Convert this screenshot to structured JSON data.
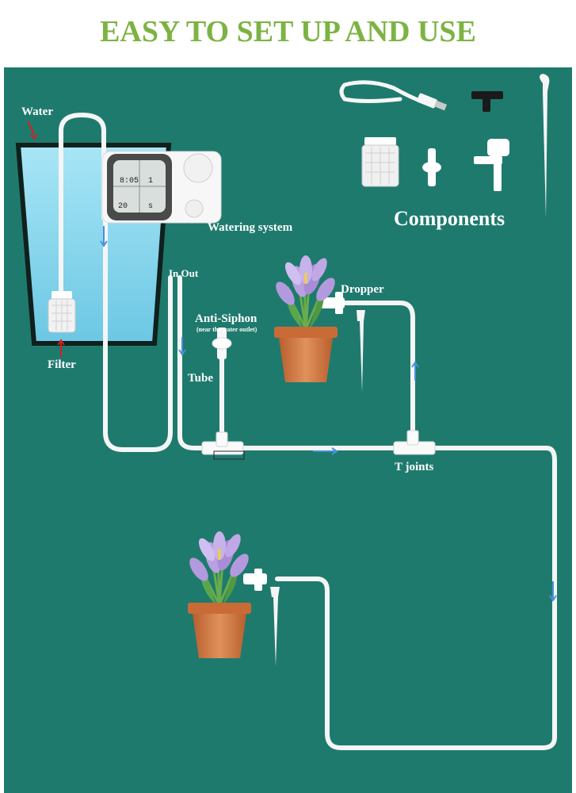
{
  "header": {
    "title": "EASY TO SET UP AND USE"
  },
  "colors": {
    "title": "#7cb342",
    "background": "#1f7a6e",
    "water": "#8ed8ee",
    "tube": "#f4f6f6",
    "flow_arrow": "#4a90d9",
    "pot": "#d47a45",
    "petal": "#b9a0e0",
    "leaf": "#5aa64a"
  },
  "labels": {
    "water": "Water",
    "filter": "Filter",
    "watering_system": "Watering system",
    "in_out": "In Out",
    "anti_siphon": "Anti-Siphon",
    "anti_siphon_note": "(near the water outlet)",
    "tube": "Tube",
    "dropper": "Dropper",
    "t_joints": "T joints",
    "components": "Components"
  },
  "controller_screen": {
    "time": "8:05",
    "pump_time": "20",
    "interval": "1",
    "unit": "s"
  }
}
